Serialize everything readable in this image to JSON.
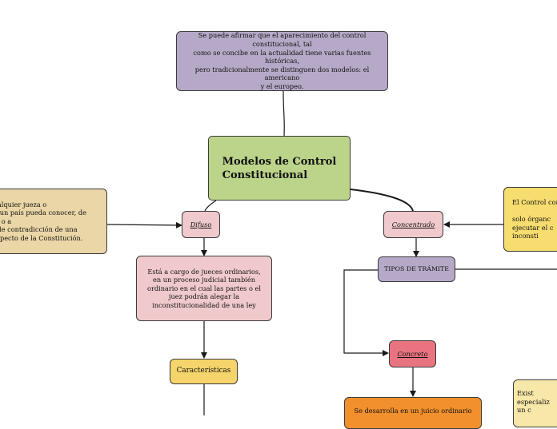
{
  "diagram": {
    "colors": {
      "intro": "#b6a9c7",
      "root": "#bcd48a",
      "difuso": "#efc9cb",
      "concreto": "#e9737f",
      "caracteristicas": "#f5d56b",
      "left_definition": "#ead6a6",
      "right_definition": "#f7dc6f",
      "juicio": "#f1902d",
      "lines": "#1a1a1a"
    },
    "nodes": {
      "intro": "Se puede afirmar que el aparecimiento del control\nconstitucional, tal\ncomo se concibe en la actualidad tiene varias fuentes históricas,\npero tradicionalmente se distinguen dos modelos: el americano\ny el europeo.",
      "root": "Modelos de Control\n    Constitucional",
      "left_definition": "cualquier jueza o\nde un país pueda conocer, de\ncio o a\nsible contradicción de una\nrespecto de la Constitución.",
      "difuso": "Difuso",
      "concentrado": "Concentrado",
      "right_definition": "El Control con\n\nsolo órganc\nejecutar el c\ninconsti",
      "difuso_description": "Está a cargo de jueces ordinarios,\nen un proceso judicial también\nordinario en el cual las partes o el\njuez podrán alegar la\ninconstitucionalidad de una ley",
      "tipos": "TIPOS DE TRÁMITE",
      "concreto": "Concreto",
      "caracteristicas": "Características",
      "juicio": "Se desarrolla en un juicio ordinario",
      "right_bottom": "Exist\nespecializ\nun c"
    }
  }
}
